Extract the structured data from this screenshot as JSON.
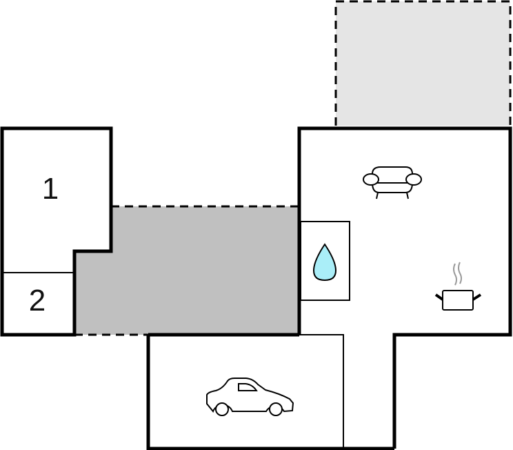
{
  "floorplan": {
    "rooms": [
      {
        "id": "bedroom-1",
        "label": "1"
      },
      {
        "id": "bedroom-2",
        "label": "2"
      }
    ],
    "icons": [
      {
        "name": "sofa-icon",
        "room": "living-room"
      },
      {
        "name": "cooking-pot-icon",
        "room": "kitchen"
      },
      {
        "name": "water-drop-icon",
        "room": "bathroom"
      },
      {
        "name": "car-icon",
        "room": "garage"
      }
    ],
    "areas": [
      {
        "name": "terrace-covered",
        "fill": "#c0c0c0",
        "border": "dashed"
      },
      {
        "name": "terrace-open",
        "fill": "#e5e5e5",
        "border": "dashed"
      }
    ],
    "colors": {
      "wall": "#000000",
      "covered_terrace": "#c0c0c0",
      "open_terrace": "#e5e5e5",
      "water": "#aaeef8",
      "steam": "#999999"
    }
  }
}
